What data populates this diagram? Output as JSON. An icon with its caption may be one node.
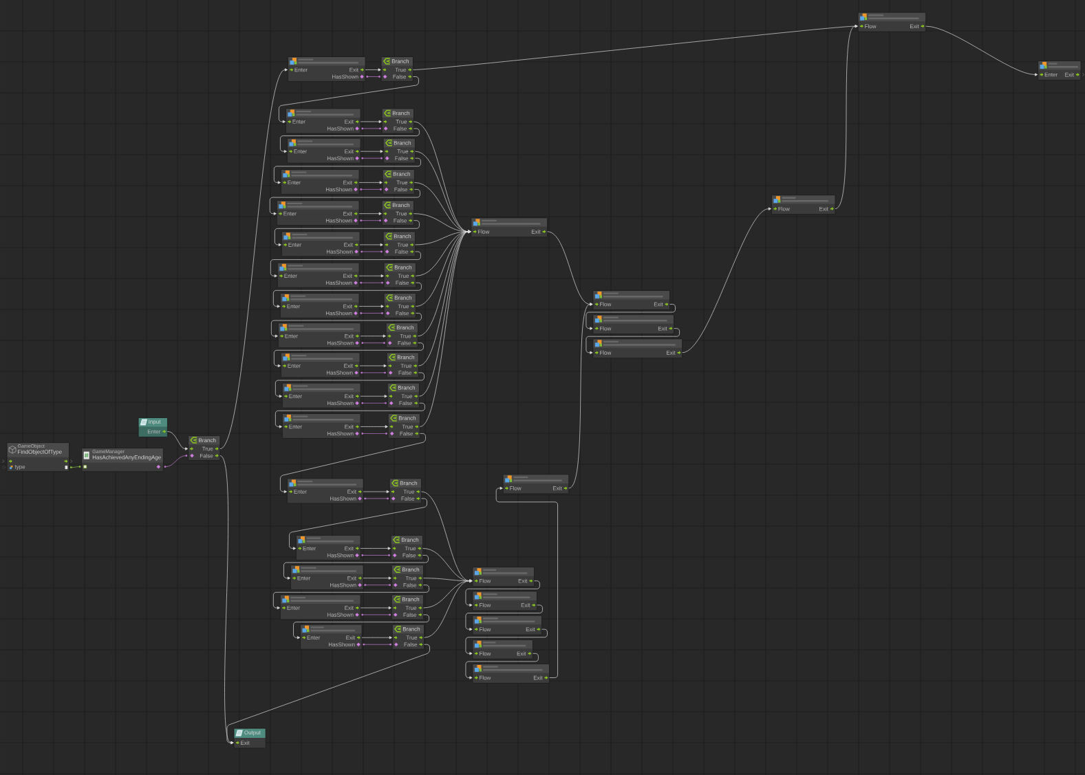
{
  "diagram": {
    "nodes": [
      {
        "text": [
          "GameObject",
          "FindObjectOfType",
          "type"
        ]
      },
      {
        "text": [
          "GameManager",
          "HasAchievedAnyEndingAge"
        ]
      },
      {
        "text": [
          "Input",
          "Enter"
        ]
      },
      {
        "text": [
          "Branch",
          "True",
          "False"
        ]
      },
      {
        "text": [
          "Enter",
          "Exit",
          "HasShown"
        ]
      },
      {
        "text": [
          "Branch",
          "True",
          "False"
        ]
      },
      {
        "text": [
          "Enter",
          "Exit",
          "HasShown"
        ]
      },
      {
        "text": [
          "Branch",
          "True",
          "False"
        ]
      },
      {
        "text": [
          "Enter",
          "Exit",
          "HasShown"
        ]
      },
      {
        "text": [
          "Branch",
          "True",
          "False"
        ]
      },
      {
        "text": [
          "Enter",
          "Exit",
          "HasShown"
        ]
      },
      {
        "text": [
          "Branch",
          "True",
          "False"
        ]
      },
      {
        "text": [
          "Enter",
          "Exit",
          "HasShown"
        ]
      },
      {
        "text": [
          "Branch",
          "True",
          "False"
        ]
      },
      {
        "text": [
          "Enter",
          "Exit",
          "HasShown"
        ]
      },
      {
        "text": [
          "Branch",
          "True",
          "False"
        ]
      },
      {
        "text": [
          "Enter",
          "Exit",
          "HasShown"
        ]
      },
      {
        "text": [
          "Branch",
          "True",
          "False"
        ]
      },
      {
        "text": [
          "Enter",
          "Exit",
          "HasShown"
        ]
      },
      {
        "text": [
          "Branch",
          "True",
          "False"
        ]
      },
      {
        "text": [
          "Enter",
          "Exit",
          "HasShown"
        ]
      },
      {
        "text": [
          "Branch",
          "True",
          "False"
        ]
      },
      {
        "text": [
          "Enter",
          "Exit",
          "HasShown"
        ]
      },
      {
        "text": [
          "Branch",
          "True",
          "False"
        ]
      },
      {
        "text": [
          "Enter",
          "Exit",
          "HasShown"
        ]
      },
      {
        "text": [
          "Branch",
          "True",
          "False"
        ]
      },
      {
        "text": [
          "Enter",
          "Exit",
          "HasShown"
        ]
      },
      {
        "text": [
          "Branch",
          "True",
          "False"
        ]
      },
      {
        "text": [
          "Flow",
          "Exit"
        ]
      },
      {
        "text": [
          "Flow",
          "Exit"
        ]
      },
      {
        "text": [
          "Flow",
          "Exit"
        ]
      },
      {
        "text": [
          "Flow",
          "Exit"
        ]
      },
      {
        "text": [
          "Flow",
          "Exit"
        ]
      },
      {
        "text": [
          "Flow",
          "Exit"
        ]
      },
      {
        "text": [
          "Enter",
          "Exit"
        ]
      },
      {
        "text": [
          "Enter",
          "Exit",
          "HasShown"
        ]
      },
      {
        "text": [
          "Branch",
          "True",
          "False"
        ]
      },
      {
        "text": [
          "Enter",
          "Exit",
          "HasShown"
        ]
      },
      {
        "text": [
          "Branch",
          "True",
          "False"
        ]
      },
      {
        "text": [
          "Enter",
          "Exit",
          "HasShown"
        ]
      },
      {
        "text": [
          "Branch",
          "True",
          "False"
        ]
      },
      {
        "text": [
          "Enter",
          "Exit",
          "HasShown"
        ]
      },
      {
        "text": [
          "Branch",
          "True",
          "False"
        ]
      },
      {
        "text": [
          "Enter",
          "Exit",
          "HasShown"
        ]
      },
      {
        "text": [
          "Branch",
          "True",
          "False"
        ]
      },
      {
        "text": [
          "Flow",
          "Exit"
        ]
      },
      {
        "text": [
          "Flow",
          "Exit"
        ]
      },
      {
        "text": [
          "Flow",
          "Exit"
        ]
      },
      {
        "text": [
          "Flow",
          "Exit"
        ]
      },
      {
        "text": [
          "Flow",
          "Exit"
        ]
      },
      {
        "text": [
          "Flow",
          "Exit"
        ]
      },
      {
        "text": [
          "Output",
          "Exit"
        ]
      }
    ],
    "edges": [
      {
        "from": 0,
        "to": 1,
        "arrow": "other",
        "color": "#8dc63f"
      },
      {
        "from": 1,
        "to": 3,
        "arrow": "other",
        "color": "#c67cd8"
      },
      {
        "from": 2,
        "to": 3,
        "arrow": "to"
      },
      {
        "from": 3,
        "to": 4,
        "arrow": "to"
      },
      {
        "from": 3,
        "to": 51,
        "arrow": "to"
      },
      {
        "from": 4,
        "to": 5,
        "arrow": "to"
      },
      {
        "from": 4,
        "to": 5,
        "arrow": "other",
        "color": "#c67cd8"
      },
      {
        "from": 5,
        "to": 33,
        "arrow": "to"
      },
      {
        "from": 5,
        "to": 6,
        "arrow": "to"
      },
      {
        "from": 6,
        "to": 7,
        "arrow": "to"
      },
      {
        "from": 6,
        "to": 7,
        "arrow": "other",
        "color": "#c67cd8"
      },
      {
        "from": 7,
        "to": 28,
        "arrow": "to"
      },
      {
        "from": 7,
        "to": 8,
        "arrow": "to"
      },
      {
        "from": 8,
        "to": 9,
        "arrow": "to"
      },
      {
        "from": 8,
        "to": 9,
        "arrow": "other",
        "color": "#c67cd8"
      },
      {
        "from": 9,
        "to": 28,
        "arrow": "to"
      },
      {
        "from": 9,
        "to": 10,
        "arrow": "to"
      },
      {
        "from": 10,
        "to": 11,
        "arrow": "to"
      },
      {
        "from": 10,
        "to": 11,
        "arrow": "other",
        "color": "#c67cd8"
      },
      {
        "from": 11,
        "to": 28,
        "arrow": "to"
      },
      {
        "from": 11,
        "to": 12,
        "arrow": "to"
      },
      {
        "from": 12,
        "to": 13,
        "arrow": "to"
      },
      {
        "from": 12,
        "to": 13,
        "arrow": "other",
        "color": "#c67cd8"
      },
      {
        "from": 13,
        "to": 28,
        "arrow": "to"
      },
      {
        "from": 13,
        "to": 14,
        "arrow": "to"
      },
      {
        "from": 14,
        "to": 15,
        "arrow": "to"
      },
      {
        "from": 14,
        "to": 15,
        "arrow": "other",
        "color": "#c67cd8"
      },
      {
        "from": 15,
        "to": 28,
        "arrow": "to"
      },
      {
        "from": 15,
        "to": 16,
        "arrow": "to"
      },
      {
        "from": 16,
        "to": 17,
        "arrow": "to"
      },
      {
        "from": 16,
        "to": 17,
        "arrow": "other",
        "color": "#c67cd8"
      },
      {
        "from": 17,
        "to": 28,
        "arrow": "to"
      },
      {
        "from": 17,
        "to": 18,
        "arrow": "to"
      },
      {
        "from": 18,
        "to": 19,
        "arrow": "to"
      },
      {
        "from": 18,
        "to": 19,
        "arrow": "other",
        "color": "#c67cd8"
      },
      {
        "from": 19,
        "to": 28,
        "arrow": "to"
      },
      {
        "from": 19,
        "to": 20,
        "arrow": "to"
      },
      {
        "from": 20,
        "to": 21,
        "arrow": "to"
      },
      {
        "from": 20,
        "to": 21,
        "arrow": "other",
        "color": "#c67cd8"
      },
      {
        "from": 21,
        "to": 28,
        "arrow": "to"
      },
      {
        "from": 21,
        "to": 22,
        "arrow": "to"
      },
      {
        "from": 22,
        "to": 23,
        "arrow": "to"
      },
      {
        "from": 22,
        "to": 23,
        "arrow": "other",
        "color": "#c67cd8"
      },
      {
        "from": 23,
        "to": 28,
        "arrow": "to"
      },
      {
        "from": 23,
        "to": 24,
        "arrow": "to"
      },
      {
        "from": 24,
        "to": 25,
        "arrow": "to"
      },
      {
        "from": 24,
        "to": 25,
        "arrow": "other",
        "color": "#c67cd8"
      },
      {
        "from": 25,
        "to": 28,
        "arrow": "to"
      },
      {
        "from": 25,
        "to": 26,
        "arrow": "to"
      },
      {
        "from": 26,
        "to": 27,
        "arrow": "to"
      },
      {
        "from": 26,
        "to": 27,
        "arrow": "other",
        "color": "#c67cd8"
      },
      {
        "from": 27,
        "to": 28,
        "arrow": "to"
      },
      {
        "from": 27,
        "to": 35,
        "arrow": "to"
      },
      {
        "from": 35,
        "to": 36,
        "arrow": "to"
      },
      {
        "from": 35,
        "to": 36,
        "arrow": "other",
        "color": "#c67cd8"
      },
      {
        "from": 36,
        "to": 45,
        "arrow": "to"
      },
      {
        "from": 36,
        "to": 37,
        "arrow": "to"
      },
      {
        "from": 37,
        "to": 38,
        "arrow": "to"
      },
      {
        "from": 37,
        "to": 38,
        "arrow": "other",
        "color": "#c67cd8"
      },
      {
        "from": 38,
        "to": 45,
        "arrow": "to"
      },
      {
        "from": 38,
        "to": 39,
        "arrow": "to"
      },
      {
        "from": 39,
        "to": 40,
        "arrow": "to"
      },
      {
        "from": 39,
        "to": 40,
        "arrow": "other",
        "color": "#c67cd8"
      },
      {
        "from": 40,
        "to": 45,
        "arrow": "to"
      },
      {
        "from": 40,
        "to": 41,
        "arrow": "to"
      },
      {
        "from": 41,
        "to": 42,
        "arrow": "to"
      },
      {
        "from": 41,
        "to": 42,
        "arrow": "other",
        "color": "#c67cd8"
      },
      {
        "from": 42,
        "to": 45,
        "arrow": "to"
      },
      {
        "from": 42,
        "to": 43,
        "arrow": "to"
      },
      {
        "from": 43,
        "to": 44,
        "arrow": "to"
      },
      {
        "from": 43,
        "to": 44,
        "arrow": "other",
        "color": "#c67cd8"
      },
      {
        "from": 44,
        "to": 45,
        "arrow": "to"
      },
      {
        "from": 44,
        "to": 51,
        "arrow": "to"
      },
      {
        "from": 28,
        "to": 29,
        "arrow": "to"
      },
      {
        "from": 29,
        "to": 30,
        "arrow": "to"
      },
      {
        "from": 30,
        "to": 31,
        "arrow": "to"
      },
      {
        "from": 31,
        "to": 32,
        "arrow": "to"
      },
      {
        "from": 32,
        "to": 33,
        "arrow": "to"
      },
      {
        "from": 33,
        "to": 34,
        "arrow": "to"
      },
      {
        "from": 45,
        "to": 46,
        "arrow": "to"
      },
      {
        "from": 46,
        "to": 47,
        "arrow": "to"
      },
      {
        "from": 47,
        "to": 48,
        "arrow": "to"
      },
      {
        "from": 48,
        "to": 49,
        "arrow": "to"
      },
      {
        "from": 49,
        "to": 50,
        "arrow": "to"
      },
      {
        "from": 50,
        "to": 29,
        "arrow": "to"
      }
    ]
  }
}
